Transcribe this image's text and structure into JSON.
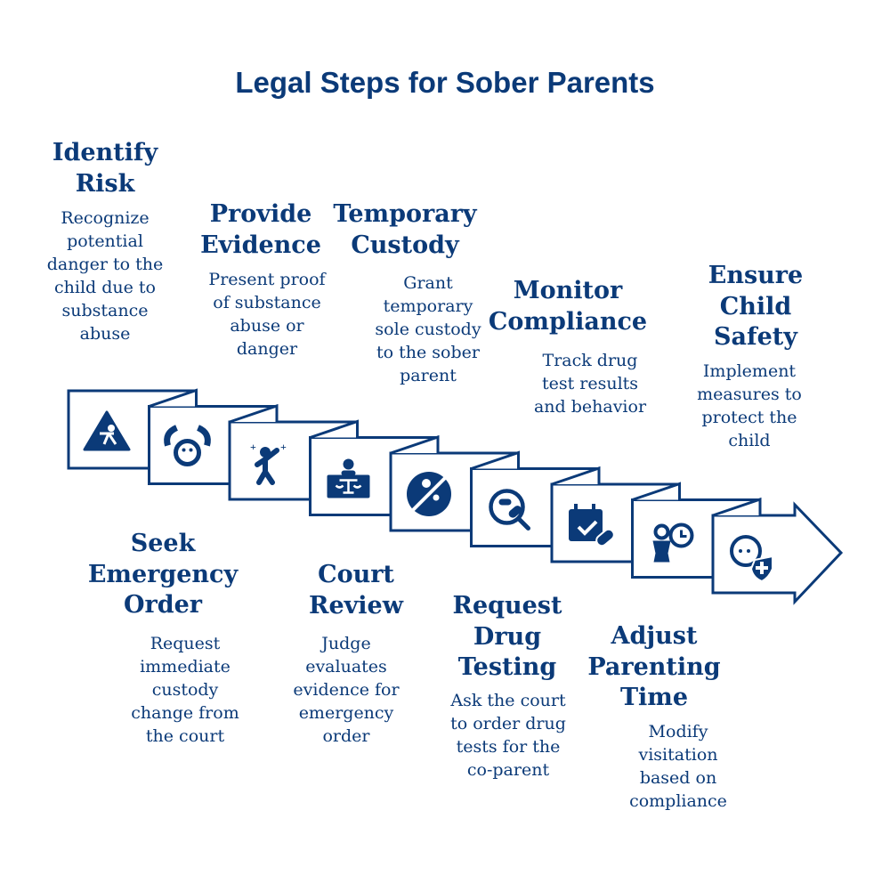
{
  "title": "Legal Steps for Sober Parents",
  "color": "#0b3a78",
  "steps": [
    {
      "title": [
        "Identify",
        "Risk"
      ],
      "desc": [
        "Recognize",
        "potential",
        "danger to the",
        "child due to",
        "substance",
        "abuse"
      ],
      "icon": "child-warning-triangle-icon",
      "position": "top"
    },
    {
      "title": [
        "Seek",
        "Emergency",
        "Order"
      ],
      "desc": [
        "Request",
        "immediate",
        "custody",
        "change from",
        "the court"
      ],
      "icon": "emergency-call-child-icon",
      "position": "bottom"
    },
    {
      "title": [
        "Provide",
        "Evidence"
      ],
      "desc": [
        "Present proof",
        "of substance",
        "abuse or",
        "danger"
      ],
      "icon": "intoxicated-person-icon",
      "position": "top"
    },
    {
      "title": [
        "Court",
        "Review"
      ],
      "desc": [
        "Judge",
        "evaluates",
        "evidence for",
        "emergency",
        "order"
      ],
      "icon": "judge-scales-icon",
      "position": "bottom"
    },
    {
      "title": [
        "Temporary",
        "Custody"
      ],
      "desc": [
        "Grant",
        "temporary",
        "sole custody",
        "to the sober",
        "parent"
      ],
      "icon": "no-parent-child-icon",
      "position": "top"
    },
    {
      "title": [
        "Request",
        "Drug",
        "Testing"
      ],
      "desc": [
        "Ask the court",
        "to order drug",
        "tests for the",
        "co-parent"
      ],
      "icon": "pill-magnifier-icon",
      "position": "bottom"
    },
    {
      "title": [
        "Monitor",
        "Compliance"
      ],
      "desc": [
        "Track drug",
        "test results",
        "and behavior"
      ],
      "icon": "calendar-check-pill-icon",
      "position": "top"
    },
    {
      "title": [
        "Adjust",
        "Parenting",
        "Time"
      ],
      "desc": [
        "Modify",
        "visitation",
        "based on",
        "compliance"
      ],
      "icon": "parent-clock-icon",
      "position": "bottom"
    },
    {
      "title": [
        "Ensure",
        "Child",
        "Safety"
      ],
      "desc": [
        "Implement",
        "measures to",
        "protect the",
        "child"
      ],
      "icon": "child-shield-icon",
      "position": "top"
    }
  ]
}
